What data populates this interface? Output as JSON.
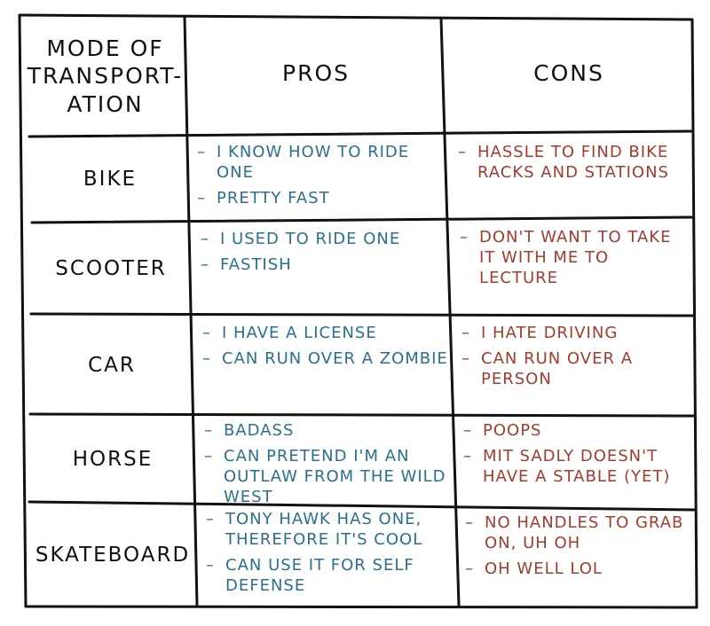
{
  "headers": {
    "mode": "MODE OF TRANSPORT- ATION",
    "pros": "PROS",
    "cons": "CONS"
  },
  "rows": [
    {
      "mode": "BIKE",
      "pros": [
        "I KNOW HOW TO RIDE ONE",
        "PRETTY FAST"
      ],
      "cons": [
        "HASSLE TO FIND BIKE RACKS AND STATIONS"
      ]
    },
    {
      "mode": "SCOOTER",
      "pros": [
        "I USED TO RIDE ONE",
        "FASTISH"
      ],
      "cons": [
        "DON'T WANT TO TAKE IT WITH ME TO LECTURE"
      ]
    },
    {
      "mode": "CAR",
      "pros": [
        "I HAVE A LICENSE",
        "CAN RUN OVER A ZOMBIE"
      ],
      "cons": [
        "I HATE DRIVING",
        "CAN RUN OVER A PERSON"
      ]
    },
    {
      "mode": "HORSE",
      "pros": [
        "BADASS",
        "CAN PRETEND I'M AN OUTLAW FROM THE WILD WEST"
      ],
      "cons": [
        "POOPS",
        "MIT SADLY DOESN'T HAVE A STABLE (YET)"
      ]
    },
    {
      "mode": "SKATEBOARD",
      "pros": [
        "TONY HAWK HAS ONE, THEREFORE IT'S COOL",
        "CAN USE IT FOR SELF DEFENSE"
      ],
      "cons": [
        "NO HANDLES TO GRAB ON, UH OH",
        "OH WELL LOL"
      ]
    }
  ],
  "colors": {
    "pros": "#2b6f8e",
    "cons": "#a23c2e",
    "ink": "#111111"
  }
}
